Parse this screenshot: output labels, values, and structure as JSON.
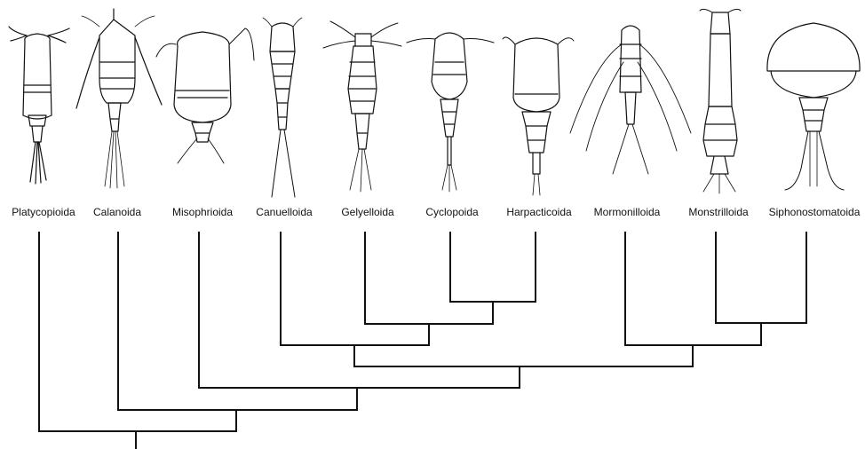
{
  "diagram": {
    "type": "cladogram",
    "taxa": [
      {
        "id": "platycopioida",
        "label": "Platycopioida"
      },
      {
        "id": "calanoida",
        "label": "Calanoida"
      },
      {
        "id": "misophrioida",
        "label": "Misophrioida"
      },
      {
        "id": "canuelloida",
        "label": "Canuelloida"
      },
      {
        "id": "gelyelloida",
        "label": "Gelyelloida"
      },
      {
        "id": "cyclopoida",
        "label": "Cyclopoida"
      },
      {
        "id": "harpacticoida",
        "label": "Harpacticoida"
      },
      {
        "id": "mormonilloida",
        "label": "Mormonilloida"
      },
      {
        "id": "monstrilloida",
        "label": "Monstrilloida"
      },
      {
        "id": "siphonostomatoida",
        "label": "Siphonostomatoida"
      }
    ],
    "tree": "(Platycopioida,(Calanoida,(Misophrioida,((Canuelloida,(Gelyelloida,(Cyclopoida,Harpacticoida))),(Mormonilloida,(Monstrilloida,Siphonostomatoida))))))",
    "illustration_style": "black line drawings of copepod body plans (dorsal view) above each order name"
  }
}
